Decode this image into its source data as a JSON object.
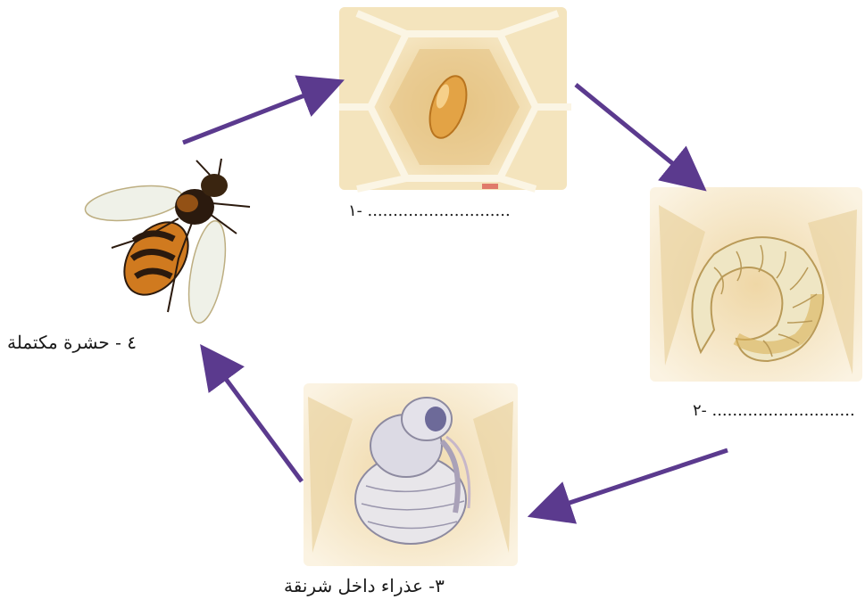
{
  "stages": [
    {
      "id": 1,
      "number": "١",
      "label": "............................ -١"
    },
    {
      "id": 2,
      "number": "٢",
      "label": "............................ -٢"
    },
    {
      "id": 3,
      "number": "٣",
      "label": "٣- عذراء داخل شرنقة"
    },
    {
      "id": 4,
      "number": "٤",
      "label": "٤ - حشرة مكتملة"
    }
  ],
  "colors": {
    "arrow": "#5b3a8e",
    "comb": "#f0dcae",
    "comb_wall": "#fbf3dc",
    "egg": "#e3a345",
    "larva": "#efe6c4",
    "larva_shade": "#d9b25a",
    "pupa": "#e8e6ea",
    "bee_body": "#2b1a0e",
    "bee_stripe": "#d07a1f"
  }
}
